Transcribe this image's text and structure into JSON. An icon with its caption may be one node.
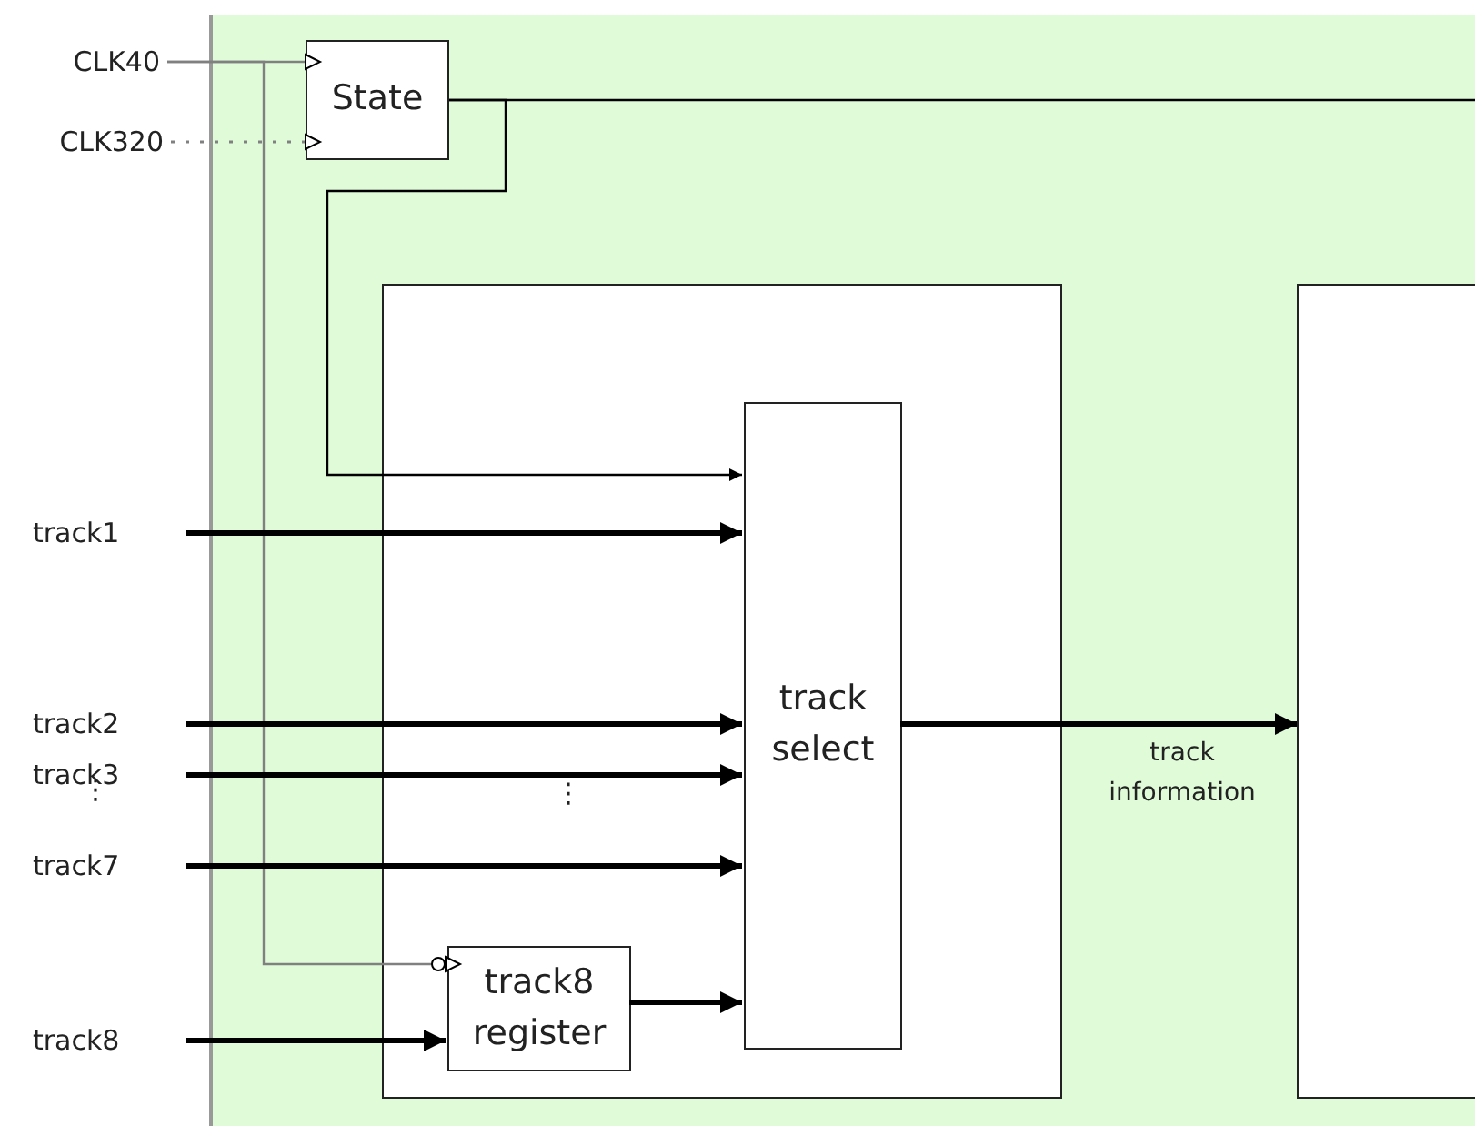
{
  "diagram": {
    "nodes": [
      {
        "text": [
          "CLK40"
        ]
      },
      {
        "text": [
          "CLK320"
        ]
      },
      {
        "text": [
          "State"
        ]
      },
      {
        "text": [],
        "shape": "box"
      },
      {
        "text": [
          "track select"
        ],
        "in": 3
      },
      {
        "text": [
          "track8 register"
        ],
        "in": 3
      },
      {
        "text": [],
        "shape": "box"
      },
      {
        "text": [
          "track1"
        ]
      },
      {
        "text": [
          "track2"
        ]
      },
      {
        "text": [
          "track3"
        ]
      },
      {
        "text": [
          "track7"
        ]
      },
      {
        "text": [
          "track8"
        ]
      }
    ],
    "edges": [
      {
        "from": 0,
        "to": 2,
        "arrow": "to",
        "color": "#808080"
      },
      {
        "from": 0,
        "to": 5,
        "arrow": "other",
        "color": "#808080"
      },
      {
        "from": 1,
        "to": 2,
        "arrow": "to",
        "style": "dashed",
        "color": "#808080"
      },
      {
        "from": 2,
        "to": null,
        "arrow": "none"
      },
      {
        "from": 2,
        "to": 4,
        "arrow": "to"
      },
      {
        "from": 7,
        "to": 4,
        "arrow": "to"
      },
      {
        "from": 8,
        "to": 4,
        "arrow": "to"
      },
      {
        "from": 9,
        "to": 4,
        "arrow": "to"
      },
      {
        "from": 10,
        "to": 4,
        "arrow": "to"
      },
      {
        "from": 11,
        "to": 5,
        "arrow": "to"
      },
      {
        "from": 5,
        "to": 4,
        "arrow": "to"
      },
      {
        "from": 4,
        "to": 6,
        "arrow": "to",
        "label": "track information"
      }
    ],
    "labels": [
      "⋮",
      "⋮"
    ]
  }
}
